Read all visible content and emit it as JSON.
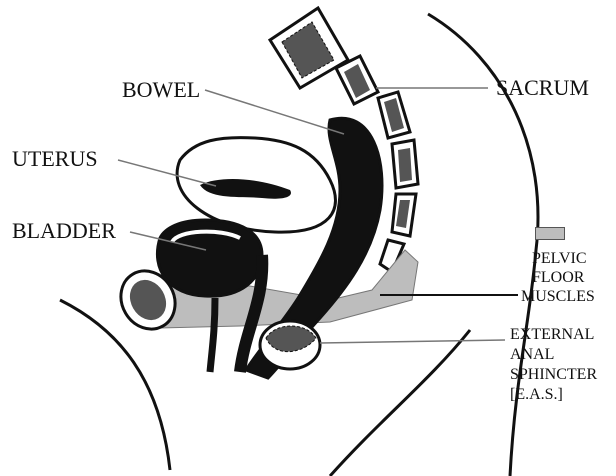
{
  "labels": {
    "bowel": "BOWEL",
    "sacrum": "SACRUM",
    "uterus": "UTERUS",
    "bladder": "BLADDER",
    "pelvic_floor_muscles": [
      "PELVIC",
      "FLOOR",
      "MUSCLES"
    ],
    "external_anal_sphincter": [
      "EXTERNAL",
      "ANAL",
      "SPHINCTER",
      "[E.A.S.]"
    ]
  },
  "colors": {
    "ink": "#111111",
    "muscle_fill": "#bdbdbd",
    "background": "#ffffff"
  }
}
